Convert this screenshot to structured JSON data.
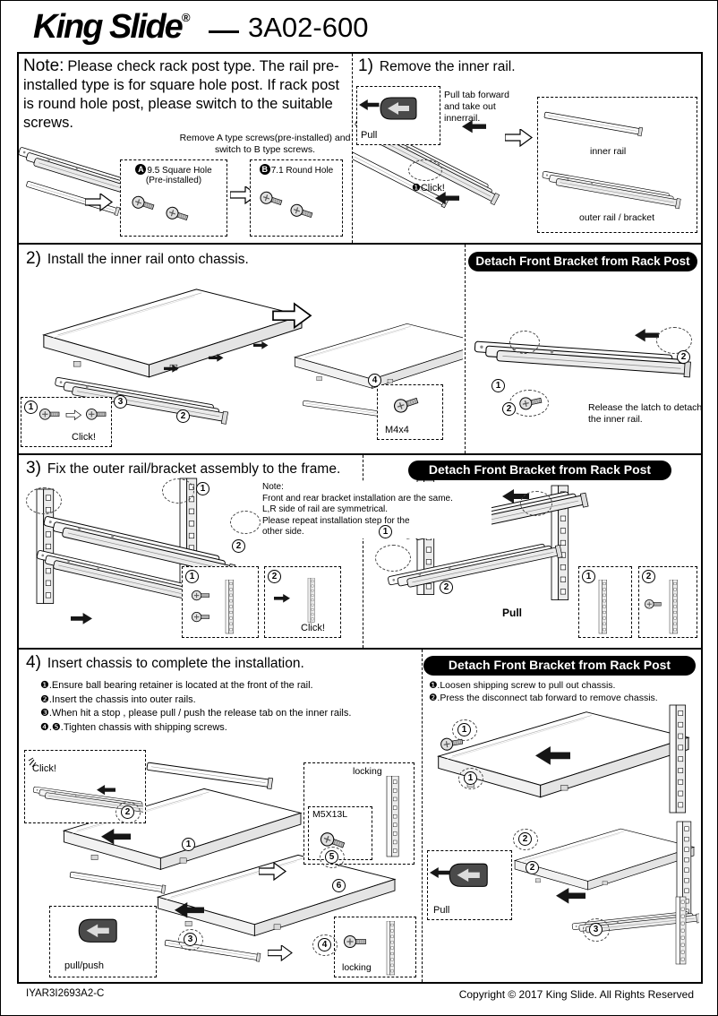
{
  "nums": {
    "1": "1",
    "2": "2",
    "3": "3",
    "4": "4",
    "5": "5",
    "6": "6"
  },
  "header": {
    "brand": "King Slide",
    "registered": "®",
    "model": "3A02-600"
  },
  "shared": {
    "detach_banner": "Detach Front Bracket from Rack Post",
    "pull": "Pull",
    "click": "Click!"
  },
  "note": {
    "title": "Note:",
    "body": "Please check rack post type. The rail pre-installed type is for square hole post. If rack post is round hole post, please switch to the suitable screws.",
    "switch_note": "Remove A type screws(pre-installed) and switch to B type screws.",
    "screw_a_letter": "A",
    "screw_a_title": "9.5 Square Hole",
    "screw_a_sub": "(Pre-installed)",
    "screw_b_letter": "B",
    "screw_b_title": "7.1 Round Hole"
  },
  "step1": {
    "num": "1)",
    "title": "Remove the inner rail.",
    "pull_tab_note": "Pull tab forward and take out innerrail.",
    "click_label": "❶Click!",
    "inner_rail": "inner rail",
    "outer_rail": "outer rail / bracket"
  },
  "step2": {
    "num": "2)",
    "title": "Install the inner rail onto chassis.",
    "m4x4": "M4x4",
    "release_note": "Release the latch to detach the inner rail."
  },
  "step3": {
    "num": "3)",
    "title": "Fix the outer rail/bracket assembly to the frame.",
    "note": "Note:\nFront and rear bracket installation are the same.\nL,R side of rail are symmetrical.\nPlease repeat installation step for the\nother side."
  },
  "step4": {
    "num": "4)",
    "title": "Insert chassis to complete the installation.",
    "instructions": [
      "❶.Ensure ball bearing retainer is located at the front of the rail.",
      "❷.Insert the chassis into outer rails.",
      "❸.When hit a stop , please pull / push the release tab on the inner rails.",
      "❹.❺.Tighten chassis with shipping screws."
    ],
    "locking": "locking",
    "m5x13l": "M5X13L",
    "pull_push": "pull/push",
    "detach_instructions": [
      "❶.Loosen shipping screw to pull out chassis.",
      "❷.Press the disconnect tab forward to remove chassis."
    ]
  },
  "footer": {
    "doc_code": "IYAR3I2693A2-C",
    "copyright": "Copyright © 2017 King Slide. All Rights Reserved"
  }
}
